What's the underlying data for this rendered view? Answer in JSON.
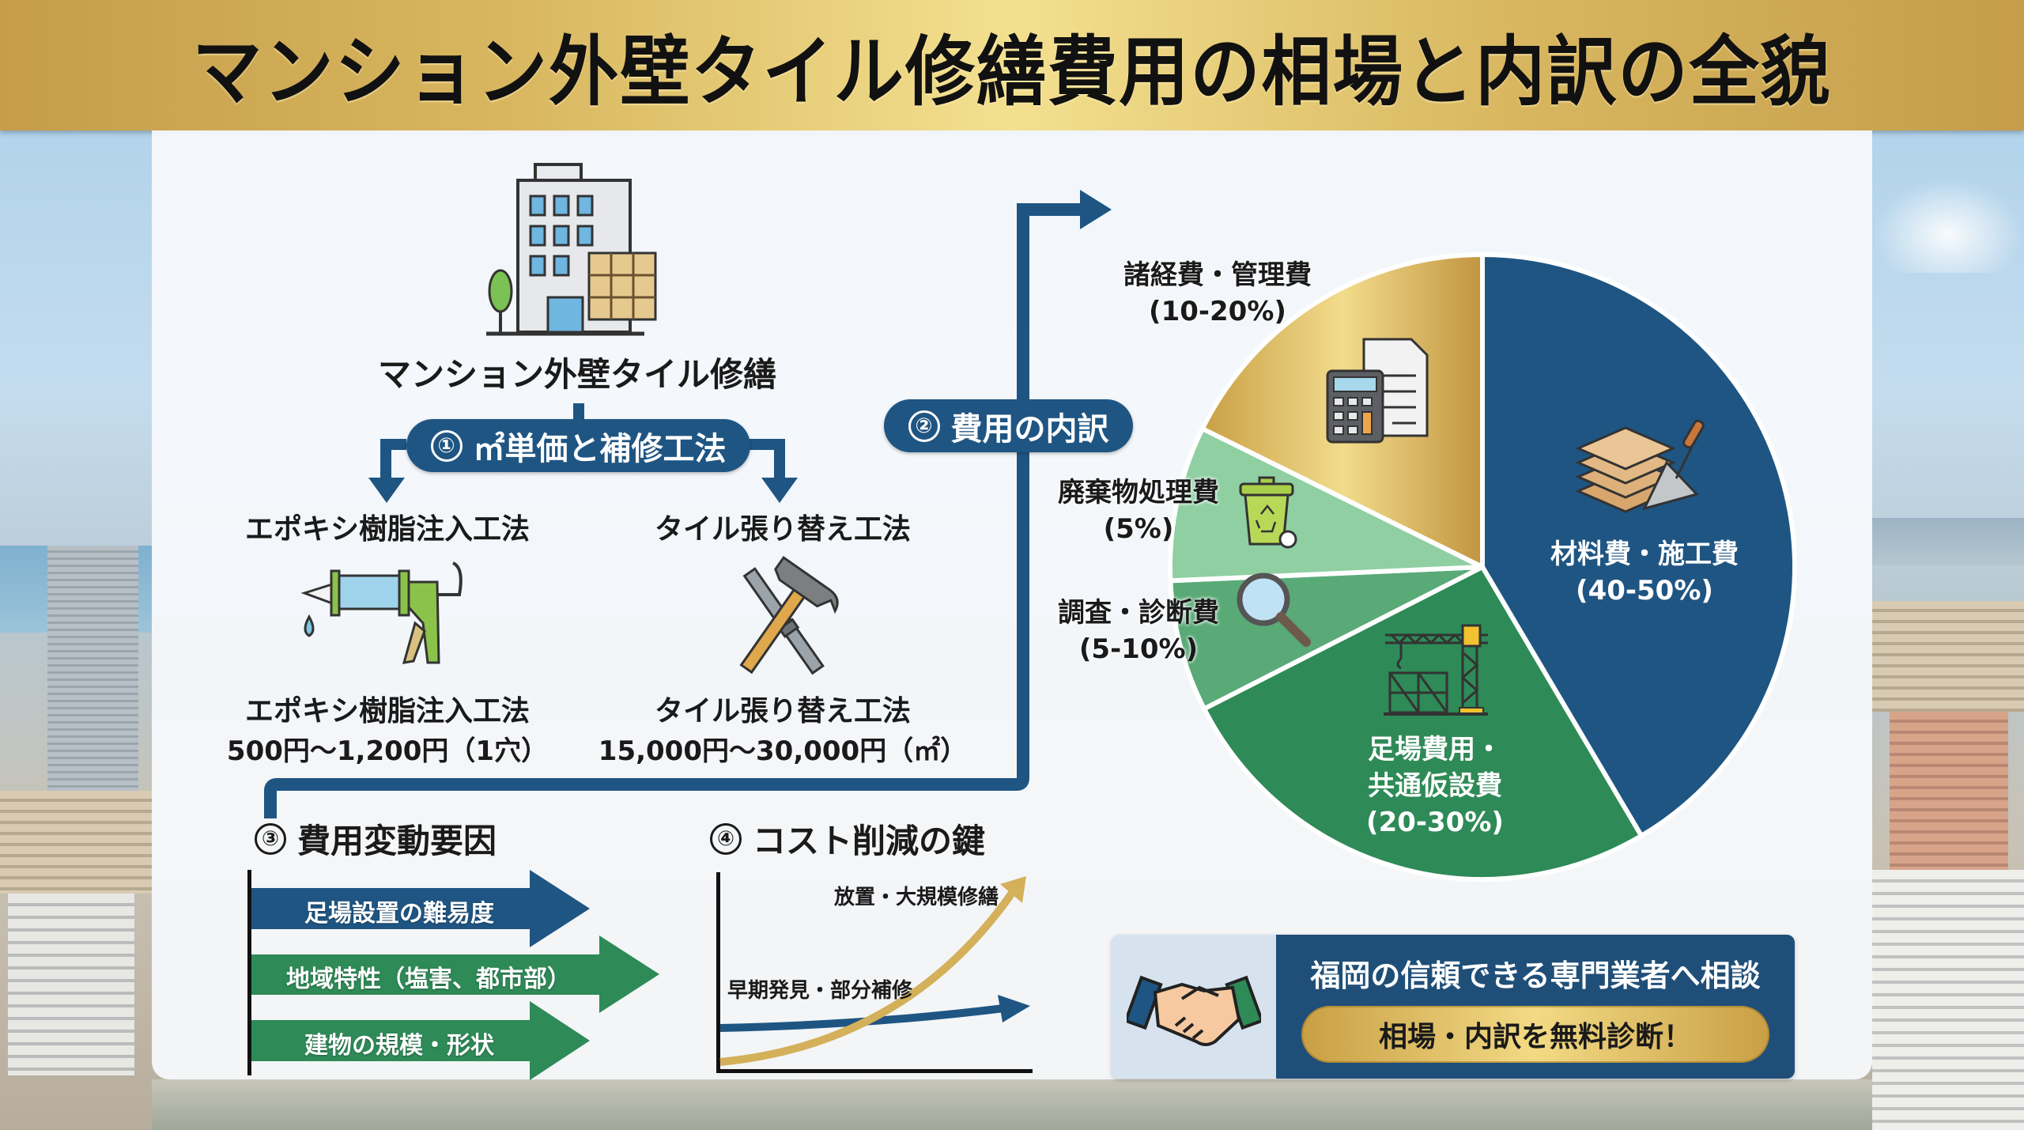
{
  "header": {
    "title": "マンション外壁タイル修繕費用の相場と内訳の全貌"
  },
  "colors": {
    "navy": "#1f5582",
    "green_dark": "#2e8a57",
    "green_mid": "#5aaa78",
    "green_light": "#8fcfa2",
    "gold": "#d4b05a",
    "gold_light": "#f2dc8c"
  },
  "section1": {
    "hero_label": "マンション外壁タイル修繕",
    "hero_icon": "apartment-building-icon",
    "pill_number": "①",
    "pill_label": "㎡単価と補修工法",
    "methods": [
      {
        "heading": "エポキシ樹脂注入工法",
        "icon": "caulking-gun-icon",
        "name": "エポキシ樹脂注入工法",
        "price": "500円〜1,200円（1穴）"
      },
      {
        "heading": "タイル張り替え工法",
        "icon": "hammer-chisel-icon",
        "name": "タイル張り替え工法",
        "price": "15,000円〜30,000円（㎡）"
      }
    ]
  },
  "section2": {
    "pill_number": "②",
    "pill_label": "費用の内訳"
  },
  "chart_data": {
    "type": "pie",
    "title": "費用の内訳",
    "direction": "clockwise-from-top",
    "slices": [
      {
        "name": "材料費・施工費",
        "range": "40-50%",
        "value": 41.5,
        "color": "#1f5582",
        "icon": "tiles-trowel-icon",
        "label_position": "inside"
      },
      {
        "name": "足場費用・共通仮設費",
        "range": "20-30%",
        "value": 26,
        "color": "#2e8a57",
        "icon": "crane-scaffold-icon",
        "label_position": "inside"
      },
      {
        "name": "調査・診断費",
        "range": "5-10%",
        "value": 6.8,
        "color": "#5aaa78",
        "icon": "magnifier-icon",
        "label_position": "outside-left"
      },
      {
        "name": "廃棄物処理費",
        "range": "5%",
        "value": 8,
        "color": "#8fcfa2",
        "icon": "recycle-bin-icon",
        "label_position": "outside-left"
      },
      {
        "name": "諸経費・管理費",
        "range": "10-20%",
        "value": 17.7,
        "color": "#d4b05a",
        "icon": "calculator-document-icon",
        "label_position": "outside-top-left"
      }
    ],
    "labels": [
      {
        "lines": [
          "材料費・施工費",
          "(40-50%)"
        ]
      },
      {
        "lines": [
          "足場費用・",
          "共通仮設費",
          "(20-30%)"
        ]
      },
      {
        "lines": [
          "調査・診断費",
          "(5-10%)"
        ]
      },
      {
        "lines": [
          "廃棄物処理費",
          "(5%)"
        ]
      },
      {
        "lines": [
          "諸経費・管理費",
          "(10-20%)"
        ]
      }
    ]
  },
  "section3": {
    "number": "③",
    "title": "費用変動要因",
    "factors": [
      {
        "label": "足場設置の難易度",
        "color": "#1f5582"
      },
      {
        "label": "地域特性（塩害、都市部）",
        "color": "#2e8a57"
      },
      {
        "label": "建物の規模・形状",
        "color": "#2e8a57"
      }
    ]
  },
  "section4": {
    "number": "④",
    "title": "コスト削減の鍵",
    "curves": [
      {
        "label": "放置・大規模修繕",
        "color": "#d4b05a",
        "trend": "exponential"
      },
      {
        "label": "早期発見・部分補修",
        "color": "#1f5582",
        "trend": "gradual"
      }
    ]
  },
  "cta": {
    "icon": "handshake-icon",
    "title": "福岡の信頼できる専門業者へ相談",
    "button_label": "相場・内訳を無料診断！"
  }
}
